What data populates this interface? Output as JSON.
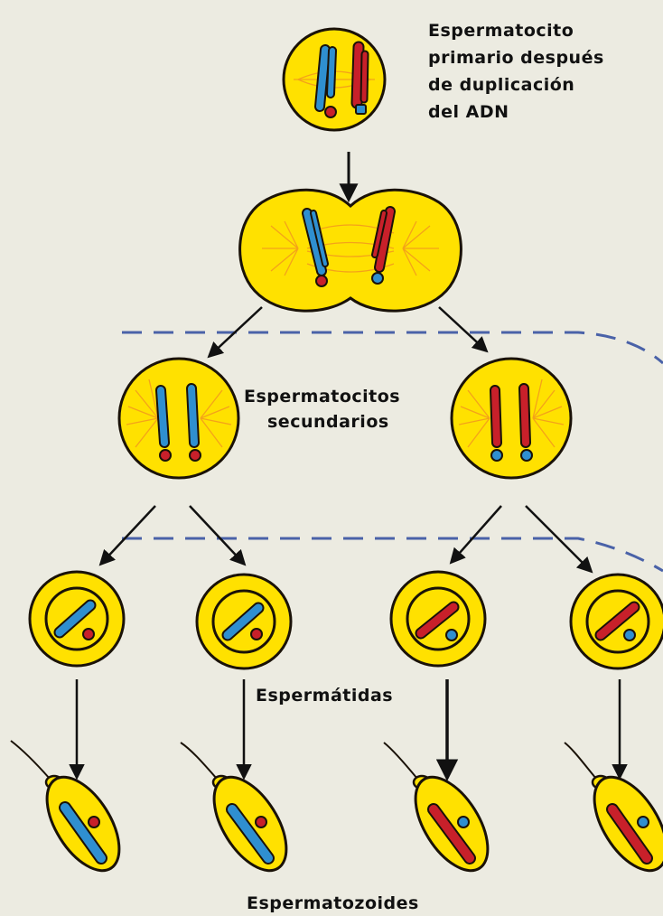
{
  "labels": {
    "primary_line1": "Espermatocito",
    "primary_line2": "primario después",
    "primary_line3": "de duplicación",
    "primary_line4": "del ADN",
    "secondary_line1": "Espermatocitos",
    "secondary_line2": "secundarios",
    "spermatids": "Espermátidas",
    "spermatozoa": "Espermatozoides"
  },
  "colors": {
    "background": "#ecebe1",
    "cell_fill": "#ffe100",
    "cell_outline": "#1a1208",
    "spindle": "#f4a21a",
    "blue_chromosome": "#2f8fd0",
    "red_chromosome": "#c8202a",
    "dashed_line": "#4a62a8",
    "arrow": "#111111"
  }
}
